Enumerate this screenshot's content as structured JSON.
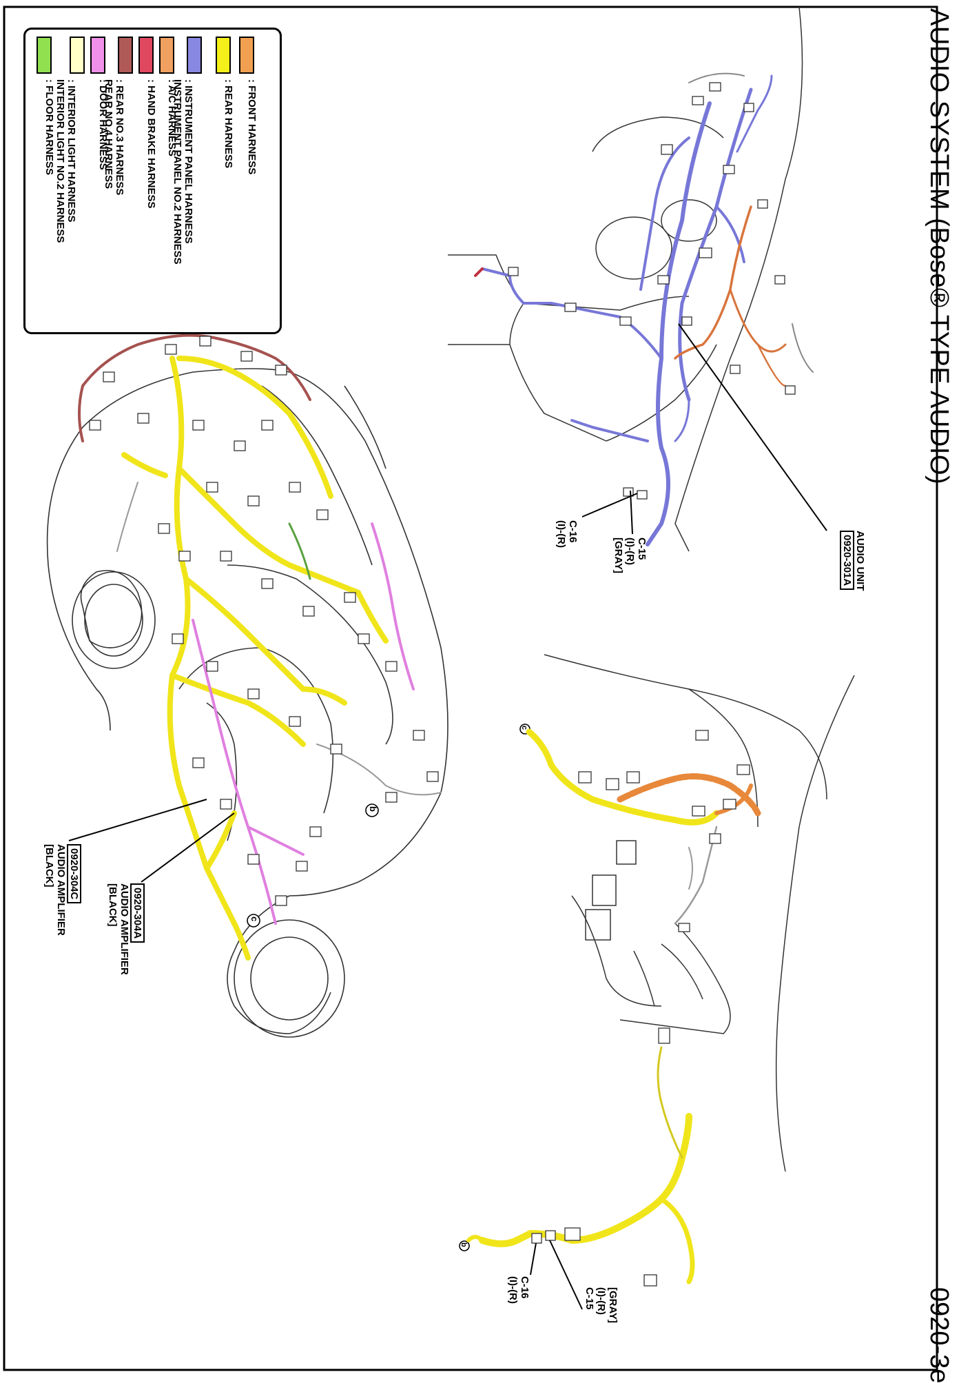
{
  "header": {
    "title": "AUDIO SYSTEM (Bose® TYPE AUDIO)",
    "page_code": "0920-3e"
  },
  "legend": {
    "items": [
      {
        "color": "#f0a050",
        "lines": [
          ": FRONT HARNESS"
        ]
      },
      {
        "color": "#f5ef1a",
        "lines": [
          ": REAR HARNESS"
        ]
      },
      {
        "color": "#8888e0",
        "lines": [
          ": INSTRUMENT PANEL HARNESS",
          "  INSTRUMENT PANEL NO.2 HARNESS"
        ]
      },
      {
        "color": "#f0a060",
        "lines": [
          ": A/C HARNESS"
        ]
      },
      {
        "color": "#e04860",
        "lines": [
          ": HAND BRAKE HARNESS"
        ]
      },
      {
        "color": "#b05a58",
        "lines": [
          ": REAR NO.3 HARNESS",
          "  REAR NO.4 HARNESS"
        ]
      },
      {
        "color": "#f090e8",
        "lines": [
          ": DOOR HARNESS"
        ]
      },
      {
        "color": "#ffffc8",
        "lines": [
          ": INTERIOR LIGHT HARNESS",
          "  INTERIOR LIGHT NO.2 HARNESS"
        ]
      },
      {
        "color": "#90e050",
        "lines": [
          ": FLOOR HARNESS"
        ]
      }
    ]
  },
  "callouts": {
    "audio_unit": {
      "label": "AUDIO UNIT",
      "code": "0920-301A"
    },
    "c15_top": {
      "lines": [
        "C-15",
        "(I)-(R)",
        "[GRAY]"
      ]
    },
    "c16_top": {
      "lines": [
        "C-16",
        "(I)-(R)"
      ]
    },
    "amp_a": {
      "code": "0920-304A",
      "lines": [
        "AUDIO AMPLIFIER",
        "[BLACK]"
      ]
    },
    "amp_c": {
      "code": "0920-304C",
      "lines": [
        "AUDIO AMPLIFIER",
        "[BLACK]"
      ]
    },
    "c16_bottom": {
      "lines": [
        "C-16",
        "(I)-(R)"
      ]
    },
    "c15_bottom": {
      "lines": [
        "[GRAY]",
        "(I)-(R)",
        "C-15"
      ]
    },
    "marker_b": "b",
    "marker_c": "c",
    "marker_c2": "c",
    "marker_b2": "b"
  }
}
